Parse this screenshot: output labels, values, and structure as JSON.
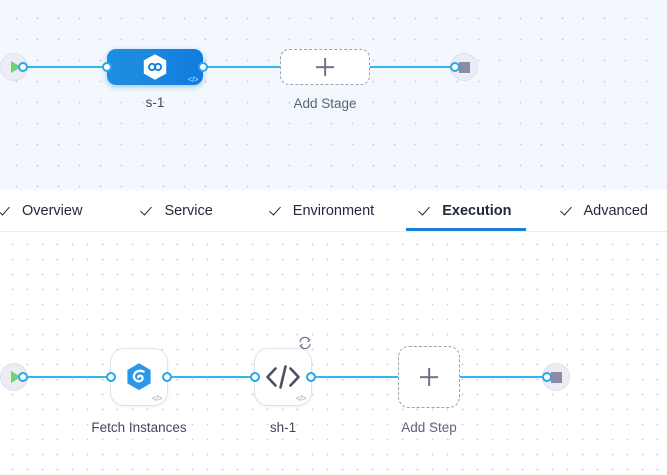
{
  "theme": {
    "connector_color": "#33b6ef",
    "connector_dot_border": "#2ba6e8",
    "stage_node_blue": "#1383e0",
    "active_tab_underline": "#1b7fd4",
    "start_play_green": "#6fd36f",
    "end_stop_gray": "#8b8ba3",
    "stage_canvas_bg": "#f2f8fd",
    "step_canvas_bg": "#ffffff"
  },
  "stage_canvas": {
    "name": "pipeline-stage-canvas",
    "start_node": {
      "icon": "play-icon",
      "label": "Start"
    },
    "end_node": {
      "icon": "stop-square-icon",
      "label": "End"
    },
    "nodes": [
      {
        "id": "stage-1",
        "label": "s-1",
        "icon": "hexagon-infinity-icon",
        "badge": "</>",
        "type": "stage"
      }
    ],
    "add_node": {
      "label": "Add Stage",
      "icon": "plus-icon"
    }
  },
  "tabs": {
    "name": "pipeline-config-tabs",
    "items": [
      {
        "label": "Overview",
        "icon": "check-icon",
        "active": false
      },
      {
        "label": "Service",
        "icon": "check-icon",
        "active": false
      },
      {
        "label": "Environment",
        "icon": "check-icon",
        "active": false
      },
      {
        "label": "Execution",
        "icon": "check-icon",
        "active": true
      },
      {
        "label": "Advanced",
        "icon": "check-icon",
        "active": false
      }
    ]
  },
  "step_canvas": {
    "name": "pipeline-step-canvas",
    "start_node": {
      "icon": "play-icon",
      "label": "Start"
    },
    "end_node": {
      "icon": "stop-square-icon",
      "label": "End"
    },
    "nodes": [
      {
        "id": "step-fetch-instances",
        "label": "Fetch Instances",
        "icon": "hexagon-swirl-icon",
        "badge": "</>",
        "loop": false
      },
      {
        "id": "step-sh-1",
        "label": "sh-1",
        "icon": "shell-script-icon",
        "icon_glyph": "</>",
        "badge": "</>",
        "loop": true,
        "loop_icon": "repeat-loop-icon"
      }
    ],
    "add_node": {
      "label": "Add Step",
      "icon": "plus-icon"
    }
  }
}
